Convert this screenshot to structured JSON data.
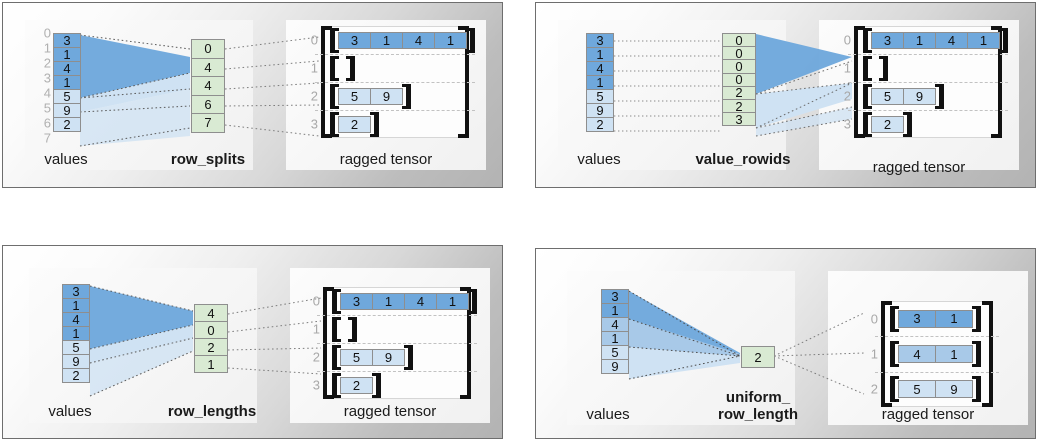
{
  "panels": [
    {
      "id": "row-splits",
      "values_caption": "values",
      "encoding_caption": "row_splits",
      "tensor_caption": "ragged tensor",
      "values": [
        3,
        1,
        4,
        1,
        5,
        9,
        2
      ],
      "value_shades": [
        "dark",
        "dark",
        "dark",
        "dark",
        "light",
        "light",
        "light"
      ],
      "value_ticks": [
        0,
        1,
        2,
        3,
        4,
        5,
        6,
        7
      ],
      "encoding": [
        0,
        4,
        4,
        6,
        7
      ],
      "ragged_rows": [
        {
          "index": 0,
          "cells": [
            3,
            1,
            4,
            1
          ],
          "shade": "dark"
        },
        {
          "index": 1,
          "cells": [],
          "shade": "light"
        },
        {
          "index": 2,
          "cells": [
            5,
            9
          ],
          "shade": "light"
        },
        {
          "index": 3,
          "cells": [
            2
          ],
          "shade": "light"
        }
      ]
    },
    {
      "id": "value-rowids",
      "values_caption": "values",
      "encoding_caption": "value_rowids",
      "tensor_caption": "ragged tensor",
      "values": [
        3,
        1,
        4,
        1,
        5,
        9,
        2
      ],
      "value_shades": [
        "dark",
        "dark",
        "dark",
        "dark",
        "light",
        "light",
        "light"
      ],
      "value_ticks": [],
      "encoding": [
        0,
        0,
        0,
        0,
        2,
        2,
        3
      ],
      "ragged_rows": [
        {
          "index": 0,
          "cells": [
            3,
            1,
            4,
            1
          ],
          "shade": "dark"
        },
        {
          "index": 1,
          "cells": [],
          "shade": "light"
        },
        {
          "index": 2,
          "cells": [
            5,
            9
          ],
          "shade": "light"
        },
        {
          "index": 3,
          "cells": [
            2
          ],
          "shade": "light"
        }
      ]
    },
    {
      "id": "row-lengths",
      "values_caption": "values",
      "encoding_caption": "row_lengths",
      "tensor_caption": "ragged tensor",
      "values": [
        3,
        1,
        4,
        1,
        5,
        9,
        2
      ],
      "value_shades": [
        "dark",
        "dark",
        "dark",
        "dark",
        "light",
        "light",
        "light"
      ],
      "value_ticks": [],
      "encoding": [
        4,
        0,
        2,
        1
      ],
      "ragged_rows": [
        {
          "index": 0,
          "cells": [
            3,
            1,
            4,
            1
          ],
          "shade": "dark"
        },
        {
          "index": 1,
          "cells": [],
          "shade": "light"
        },
        {
          "index": 2,
          "cells": [
            5,
            9
          ],
          "shade": "light"
        },
        {
          "index": 3,
          "cells": [
            2
          ],
          "shade": "light"
        }
      ]
    },
    {
      "id": "uniform-row-length",
      "values_caption": "values",
      "encoding_caption": "uniform_\nrow_length",
      "tensor_caption": "ragged tensor",
      "values": [
        3,
        1,
        4,
        1,
        5,
        9
      ],
      "value_shades": [
        "dark",
        "dark",
        "mid",
        "mid",
        "light",
        "light"
      ],
      "value_ticks": [],
      "encoding": [
        2
      ],
      "ragged_rows": [
        {
          "index": 0,
          "cells": [
            3,
            1
          ],
          "shade": "dark"
        },
        {
          "index": 1,
          "cells": [
            4,
            1
          ],
          "shade": "mid"
        },
        {
          "index": 2,
          "cells": [
            5,
            9
          ],
          "shade": "light"
        }
      ]
    }
  ],
  "colors": {
    "value_dark": "#6fa8dc",
    "value_mid": "#a8c9e8",
    "value_light": "#cfe2f3",
    "encoding_green": "#d9ead3",
    "bracket": "#111111",
    "tick_label": "#b0b0b0",
    "frame_border": "#6e6e6e"
  }
}
